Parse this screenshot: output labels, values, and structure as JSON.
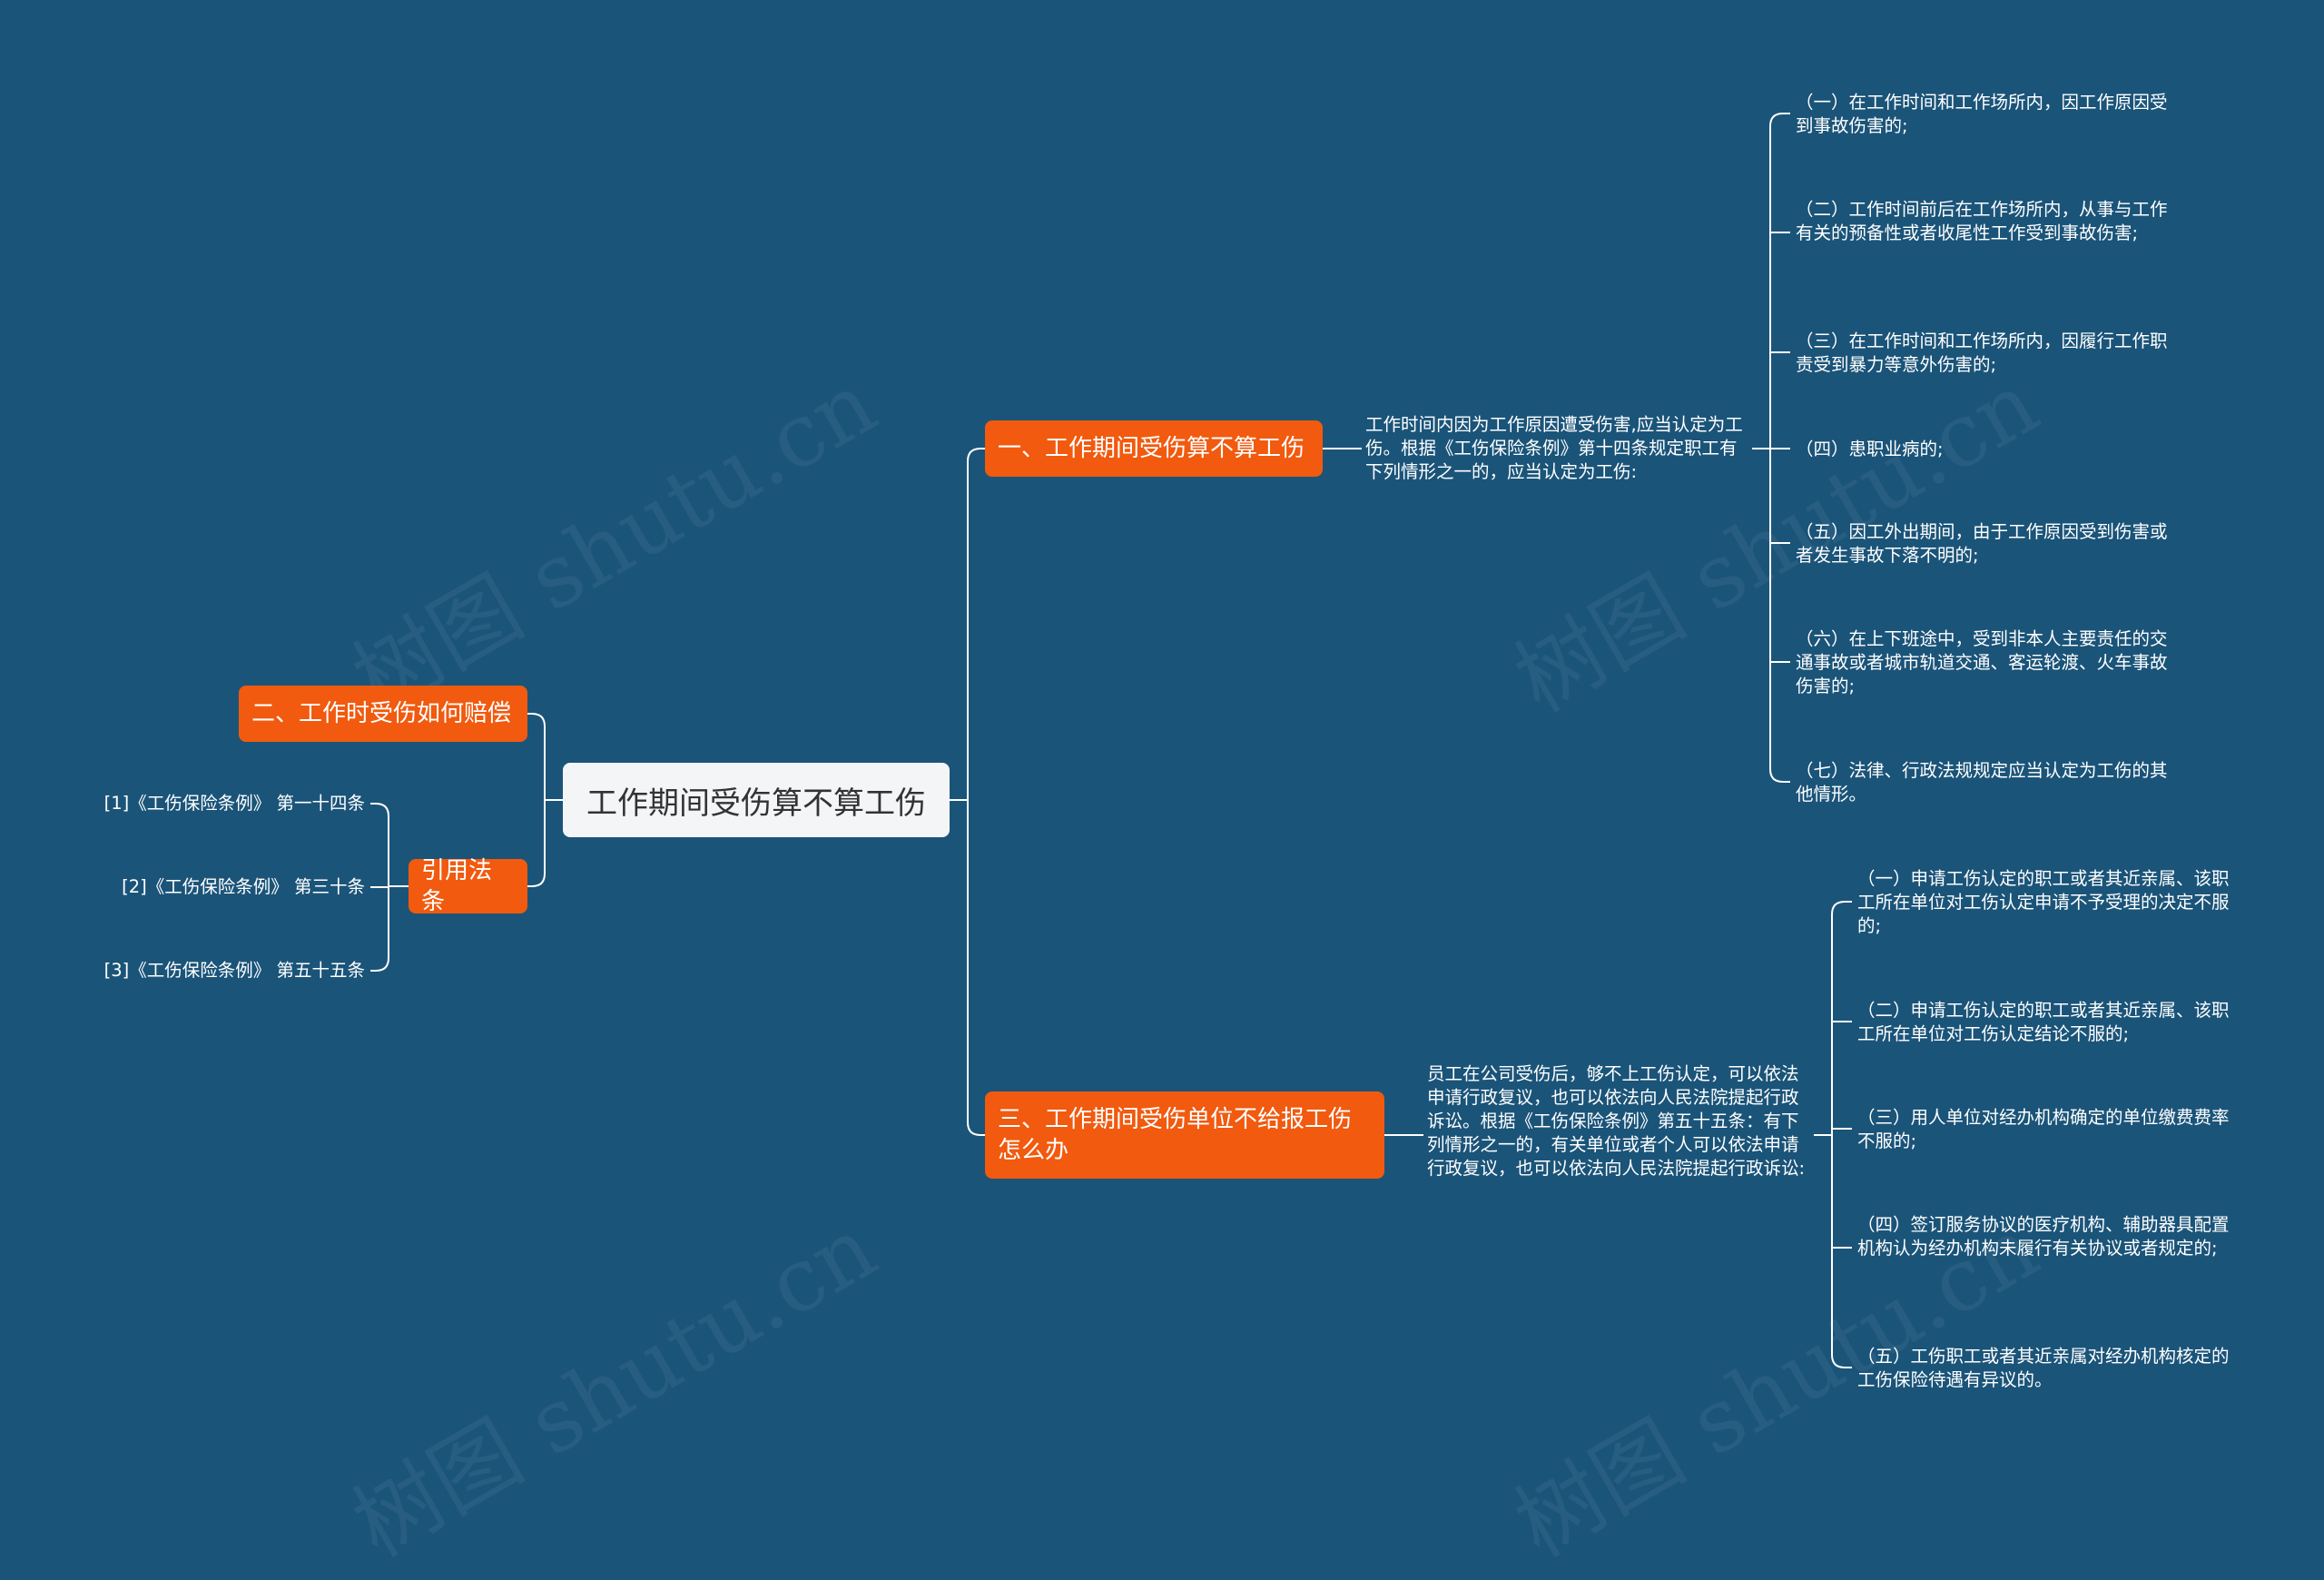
{
  "watermark": "树图 shutu.cn",
  "colors": {
    "background": "#1b5479",
    "branch": "#f15a0f",
    "root": "#f4f5f7",
    "line": "#ffffff"
  },
  "root": {
    "label": "工作期间受伤算不算工伤"
  },
  "branch1": {
    "label": "一、工作期间受伤算不算工伤",
    "summary": "工作时间内因为工作原因遭受伤害,应当认定为工伤。根据《工伤保险条例》第十四条规定职工有下列情形之一的，应当认定为工伤:",
    "items": [
      "（一）在工作时间和工作场所内，因工作原因受到事故伤害的;",
      "（二）工作时间前后在工作场所内，从事与工作有关的预备性或者收尾性工作受到事故伤害;",
      "（三）在工作时间和工作场所内，因履行工作职责受到暴力等意外伤害的;",
      "（四）患职业病的;",
      "（五）因工外出期间，由于工作原因受到伤害或者发生事故下落不明的;",
      "（六）在上下班途中，受到非本人主要责任的交通事故或者城市轨道交通、客运轮渡、火车事故伤害的;",
      "（七）法律、行政法规规定应当认定为工伤的其他情形。"
    ]
  },
  "branch2": {
    "label": "二、工作时受伤如何赔偿"
  },
  "branch3": {
    "label": "三、工作期间受伤单位不给报工伤怎么办",
    "summary": "员工在公司受伤后，够不上工伤认定，可以依法申请行政复议，也可以依法向人民法院提起行政诉讼。根据《工伤保险条例》第五十五条：有下列情形之一的，有关单位或者个人可以依法申请行政复议，也可以依法向人民法院提起行政诉讼:",
    "items": [
      "（一）申请工伤认定的职工或者其近亲属、该职工所在单位对工伤认定申请不予受理的决定不服的;",
      "（二）申请工伤认定的职工或者其近亲属、该职工所在单位对工伤认定结论不服的;",
      "（三）用人单位对经办机构确定的单位缴费费率不服的;",
      "（四）签订服务协议的医疗机构、辅助器具配置机构认为经办机构未履行有关协议或者规定的;",
      "（五）工伤职工或者其近亲属对经办机构核定的工伤保险待遇有异议的。"
    ]
  },
  "refs": {
    "label": "引用法条",
    "items": [
      "[1]《工伤保险条例》 第一十四条",
      "[2]《工伤保险条例》 第三十条",
      "[3]《工伤保险条例》 第五十五条"
    ]
  }
}
